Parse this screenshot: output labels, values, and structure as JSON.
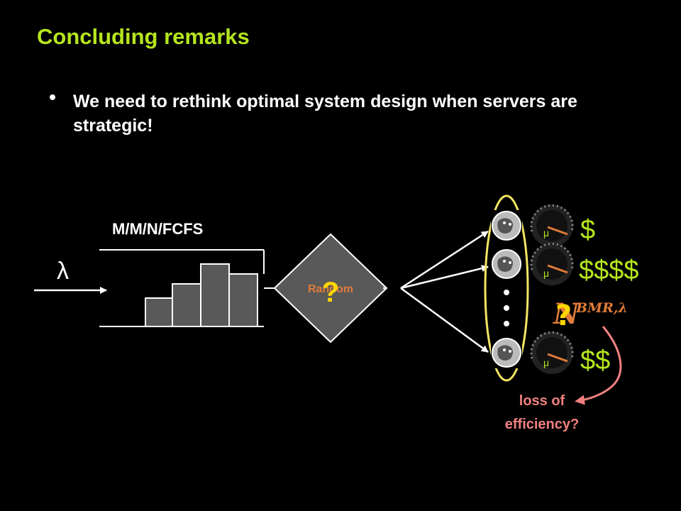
{
  "slide": {
    "title": "Concluding remarks",
    "bullets": [
      "We need to rethink optimal system design when servers are strategic!"
    ]
  },
  "diagram": {
    "queue_label": "M/M/N/FCFS",
    "arrival_symbol": "λ",
    "router_label": "Random",
    "router_question": "?",
    "service_rate_symbol": "μ",
    "server_costs": [
      "$",
      "$$$$",
      "$$"
    ],
    "equilibrium_symbol": "N",
    "equilibrium_subscript": "BMR,λ",
    "equilibrium_question": "?",
    "loss_label_line1": "loss of",
    "loss_label_line2": "efficiency?",
    "colors": {
      "title": "#b5e61d",
      "money": "#b5e61d",
      "loss_text": "#f08080",
      "loss_arrow": "#f08080",
      "server_ring": "#f5e663",
      "router_fill": "#595959",
      "router_text": "#e07b39",
      "question": "#ffd700",
      "equilibrium": "#e07b39"
    }
  }
}
